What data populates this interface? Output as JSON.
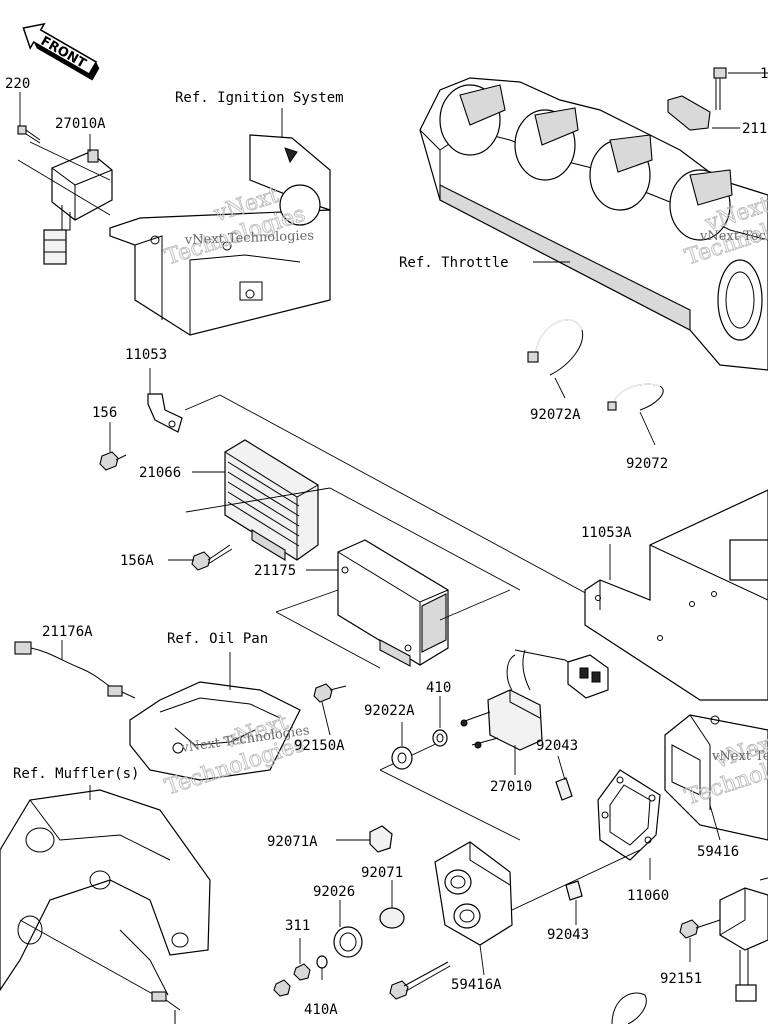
{
  "front_label": "FRONT",
  "references": {
    "ignition": "Ref. Ignition System",
    "throttle": "Ref. Throttle",
    "oil_pan": "Ref. Oil Pan",
    "muffler": "Ref. Muffler(s)"
  },
  "part_labels": {
    "p220": "220",
    "p27010A": "27010A",
    "p1_cut": "1",
    "p211_cut": "211",
    "p11053": "11053",
    "p156": "156",
    "p21066": "21066",
    "p156A": "156A",
    "p21175": "21175",
    "p92072A": "92072A",
    "p92072": "92072",
    "p11053A": "11053A",
    "p21176A": "21176A",
    "p410": "410",
    "p92022A": "92022A",
    "p92150A": "92150A",
    "p92043_top": "92043",
    "p27010": "27010",
    "p59416": "59416",
    "p92071A": "92071A",
    "p92071": "92071",
    "p92026": "92026",
    "p311": "311",
    "p410A": "410A",
    "p59416A": "59416A",
    "p11060": "11060",
    "p92043_bot": "92043",
    "p92151": "92151"
  },
  "watermark": {
    "line1": "vNext",
    "line2": "Technologies",
    "small": "vNext Technologies"
  }
}
